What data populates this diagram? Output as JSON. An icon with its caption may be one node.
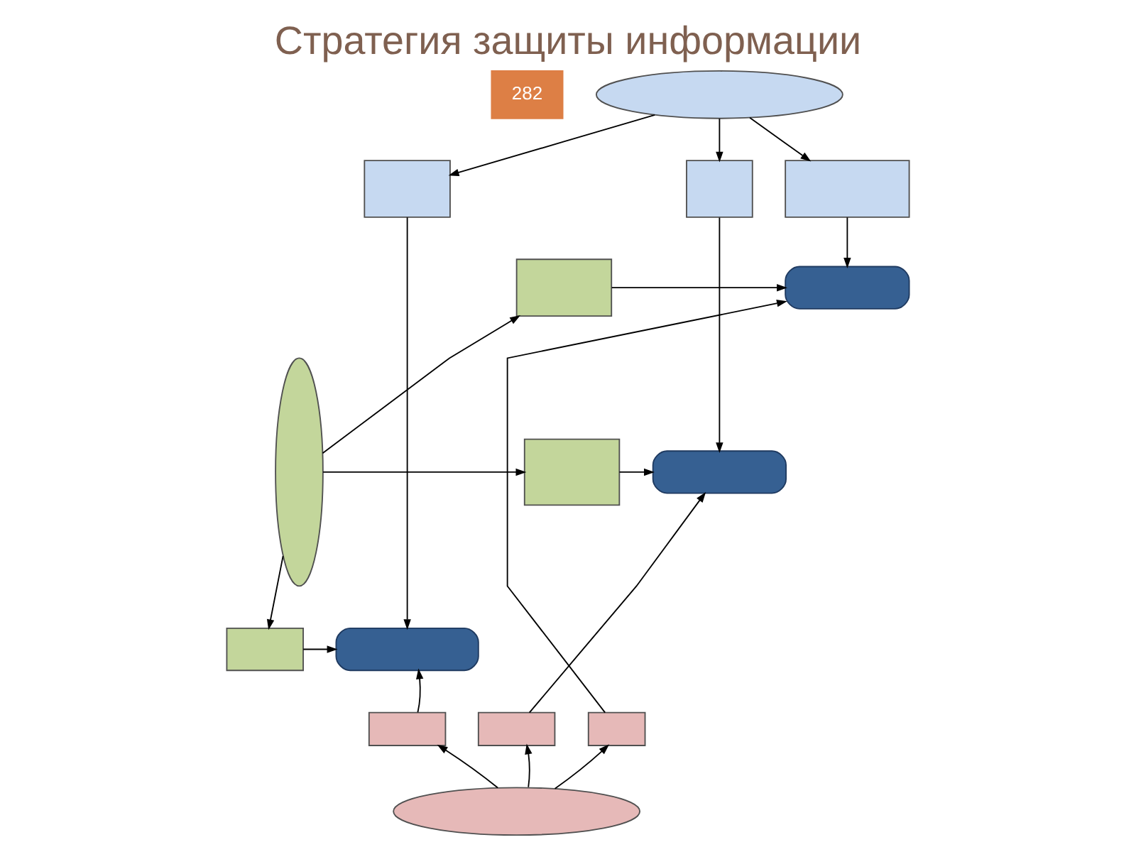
{
  "diagram": {
    "title": "Стратегия защиты информации",
    "nodes": [
      {
        "text": [],
        "shape": "ellipse"
      },
      {
        "text": [],
        "shape": "box"
      },
      {
        "text": [],
        "shape": "box"
      },
      {
        "text": [],
        "shape": "box"
      },
      {
        "text": [],
        "shape": "ellipse"
      },
      {
        "text": [],
        "shape": "box"
      },
      {
        "text": [],
        "shape": "box"
      },
      {
        "text": [],
        "shape": "box"
      },
      {
        "text": [],
        "shape": "box"
      },
      {
        "text": [],
        "shape": "box"
      },
      {
        "text": [],
        "shape": "box"
      },
      {
        "text": [],
        "shape": "box"
      },
      {
        "text": [],
        "shape": "box"
      },
      {
        "text": [],
        "shape": "box"
      },
      {
        "text": [],
        "shape": "ellipse"
      }
    ],
    "edges": [
      {
        "from": 0,
        "to": 1,
        "arrow": "to"
      },
      {
        "from": 0,
        "to": 2,
        "arrow": "to"
      },
      {
        "from": 0,
        "to": 3,
        "arrow": "to"
      },
      {
        "from": 3,
        "to": 8,
        "arrow": "to"
      },
      {
        "from": 1,
        "to": 10,
        "arrow": "to"
      },
      {
        "from": 2,
        "to": 9,
        "arrow": "to"
      },
      {
        "from": 4,
        "to": 5,
        "arrow": "to"
      },
      {
        "from": 4,
        "to": 6,
        "arrow": "to"
      },
      {
        "from": 4,
        "to": 7,
        "arrow": "to"
      },
      {
        "from": 5,
        "to": 8,
        "arrow": "to"
      },
      {
        "from": 6,
        "to": 9,
        "arrow": "to"
      },
      {
        "from": 7,
        "to": 10,
        "arrow": "to"
      },
      {
        "from": 11,
        "to": 10,
        "arrow": "to"
      },
      {
        "from": 12,
        "to": 9,
        "arrow": "to"
      },
      {
        "from": 13,
        "to": 8,
        "arrow": "to"
      },
      {
        "from": 14,
        "to": 11,
        "arrow": "to"
      },
      {
        "from": 14,
        "to": 12,
        "arrow": "to"
      },
      {
        "from": 14,
        "to": 13,
        "arrow": "to"
      }
    ],
    "labels": [
      "282"
    ]
  }
}
